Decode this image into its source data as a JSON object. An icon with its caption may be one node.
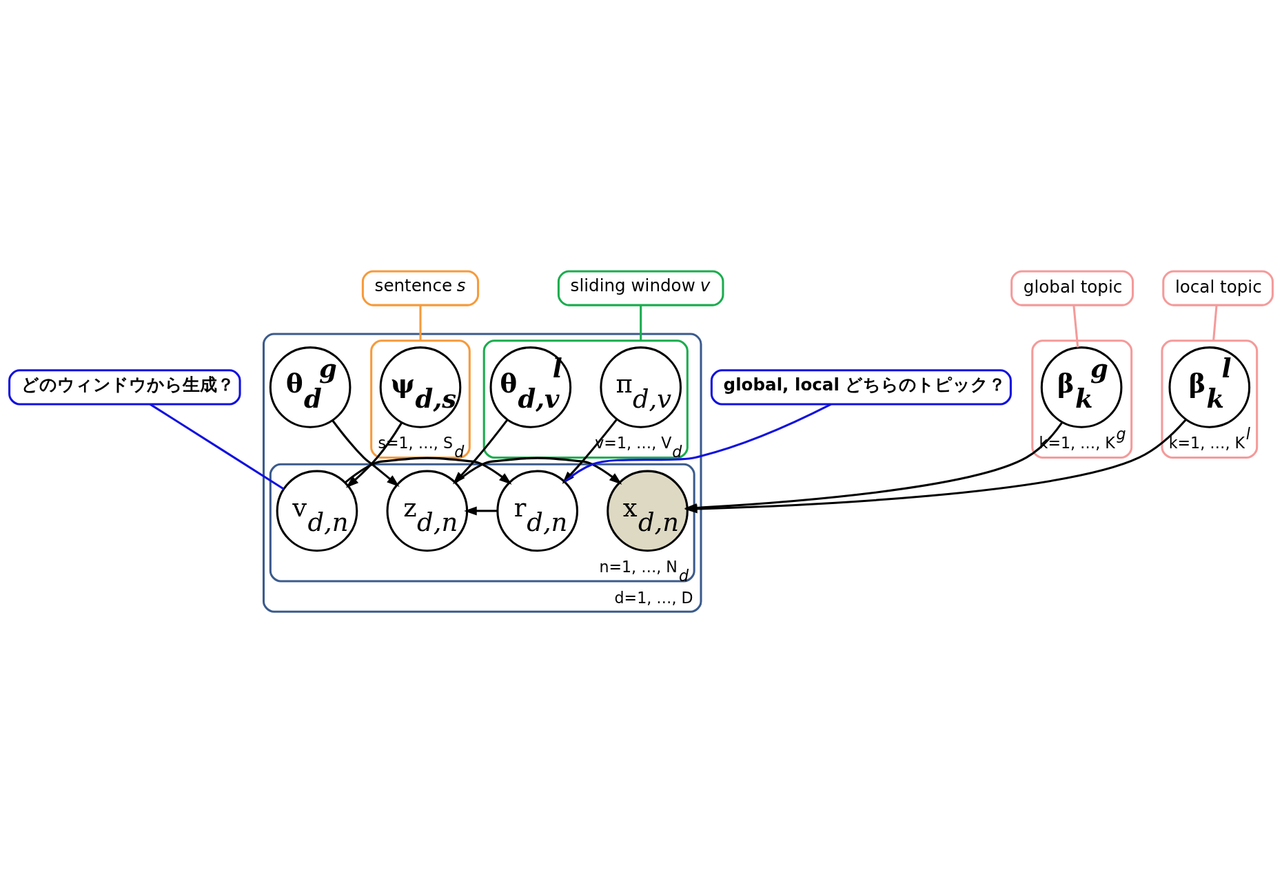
{
  "diagram": {
    "nodes": [
      {
        "text": [
          "d=1, …, D"
        ]
      },
      {
        "text": [
          "sentence *s*"
        ]
      },
      {
        "text": [
          "sliding window *v*"
        ]
      },
      {
        "text": [
          "s=1, …, S$_{d}$"
        ],
        "in": 0
      },
      {
        "text": [
          "ψ$_{d,s}$"
        ],
        "in": 3
      },
      {
        "text": [
          "v=1, …, V$_{d}$"
        ],
        "in": 0
      },
      {
        "text": [
          "π$_{d,v}$"
        ],
        "in": 5
      },
      {
        "text": [
          "θ$_{d,v}$$^{l}$"
        ],
        "in": 5
      },
      {
        "text": [
          "θ$_{d}$$^{g}$"
        ],
        "in": 0
      },
      {
        "text": [
          "n=1, …, N$_{d}$"
        ],
        "in": 0
      },
      {
        "text": [
          "v$_{d,n}$"
        ],
        "in": 9
      },
      {
        "text": [
          "r$_{d,n}$"
        ],
        "in": 9
      },
      {
        "text": [
          "z$_{d,n}$"
        ],
        "in": 9
      },
      {
        "text": [
          "x$_{d,n}$"
        ],
        "in": 9
      },
      {
        "text": [
          "どのウィンドウから生成？"
        ]
      },
      {
        "text": [
          "global, local どちらのトピック？"
        ]
      },
      {
        "text": [
          "global topic"
        ]
      },
      {
        "text": [
          "k=1, …, K$^{g}$"
        ]
      },
      {
        "text": [
          "β$_{k}$$^{g}$"
        ],
        "in": 17
      },
      {
        "text": [
          "k=1, …, K$^{l}$"
        ]
      },
      {
        "text": [
          "local topic"
        ]
      },
      {
        "text": [
          "β$_{k}$$^{l}$"
        ],
        "in": 19
      }
    ],
    "edges": [
      {
        "from": 1,
        "to": 3,
        "arrow": "none",
        "color": "#f79a3a"
      },
      {
        "from": 2,
        "to": 5,
        "arrow": "none",
        "color": "#1aad4e"
      },
      {
        "from": 4,
        "to": 10,
        "arrow": "to"
      },
      {
        "from": 6,
        "to": 11,
        "arrow": "to"
      },
      {
        "from": 7,
        "to": 12,
        "arrow": "to"
      },
      {
        "from": 8,
        "to": 12,
        "arrow": "to"
      },
      {
        "from": 10,
        "to": 11,
        "arrow": "to"
      },
      {
        "from": 11,
        "to": 12,
        "arrow": "to"
      },
      {
        "from": 12,
        "to": 13,
        "arrow": "to"
      },
      {
        "from": 14,
        "to": 10,
        "arrow": "none",
        "color": "#1010e0"
      },
      {
        "from": 15,
        "to": 11,
        "arrow": "none",
        "color": "#1010e0"
      },
      {
        "from": 18,
        "to": 13,
        "arrow": "to"
      },
      {
        "from": 21,
        "to": 13,
        "arrow": "to"
      },
      {
        "from": 16,
        "to": 18,
        "arrow": "none",
        "color": "#f59a9a"
      },
      {
        "from": 20,
        "to": 19,
        "arrow": "none",
        "color": "#f59a9a"
      }
    ]
  }
}
